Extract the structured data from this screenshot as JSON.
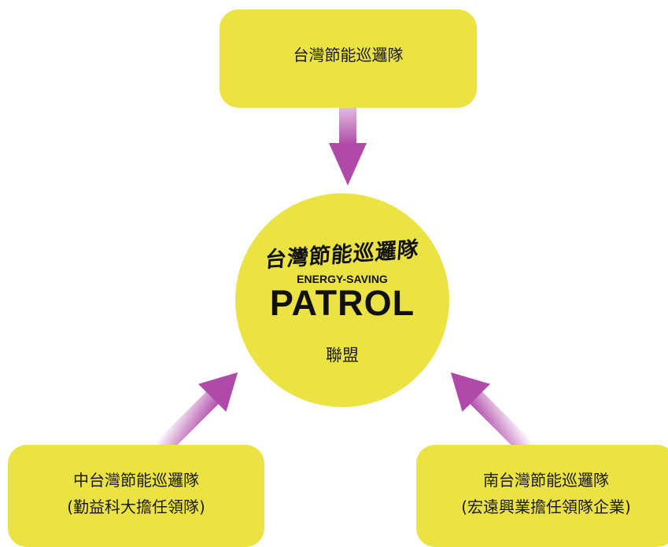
{
  "top_box": {
    "line1": "台灣節能巡邏隊"
  },
  "center": {
    "logo_chinese": "台灣節能巡邏隊",
    "logo_english_small": "ENERGY-SAVING",
    "logo_english_large": "PATROL",
    "alliance_label": "聯盟"
  },
  "left_box": {
    "line1": "中台灣節能巡邏隊",
    "line2": "(勤益科大擔任領隊)"
  },
  "right_box": {
    "line1": "南台灣節能巡邏隊",
    "line2": "(宏遠興業擔任領隊企業)"
  },
  "colors": {
    "fill": "#ebe343",
    "arrow": "#b04aa8"
  }
}
